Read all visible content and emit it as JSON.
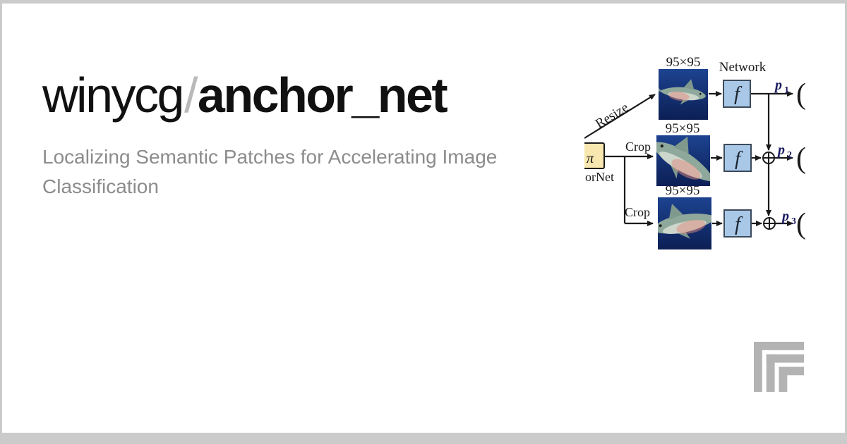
{
  "card": {
    "owner": "winycg",
    "separator": "/",
    "repo": "anchor_net",
    "description": "Localizing Semantic Patches for Accelerating Image Classification"
  },
  "diagram": {
    "network_label": "Network",
    "resize_label": "Resize",
    "anchornet_label": "orNet",
    "pi_symbol": "π",
    "bracket": "(",
    "rows": [
      {
        "patch_label": "95×95",
        "f_label": "f",
        "p_base": "p",
        "p_sub": "1"
      },
      {
        "patch_label": "95×95",
        "f_label": "f",
        "p_base": "p",
        "p_sub": "2",
        "crop_label": "Crop"
      },
      {
        "patch_label": "95×95",
        "f_label": "f",
        "p_base": "p",
        "p_sub": "3",
        "crop_label": "Crop"
      }
    ],
    "colors": {
      "line": "#1a1a1a",
      "f_box_fill": "#a9c8e7",
      "f_box_stroke": "#3c4a5a",
      "pi_box_fill": "#f8e8af",
      "p_label": "#1b1b62",
      "ocean_top": "#1d4390",
      "ocean_bottom": "#0c1f55"
    }
  },
  "frame": {
    "border_color": "#cbcbcb",
    "card_background": "#ffffff",
    "logo_color": "#b3b3b3"
  }
}
